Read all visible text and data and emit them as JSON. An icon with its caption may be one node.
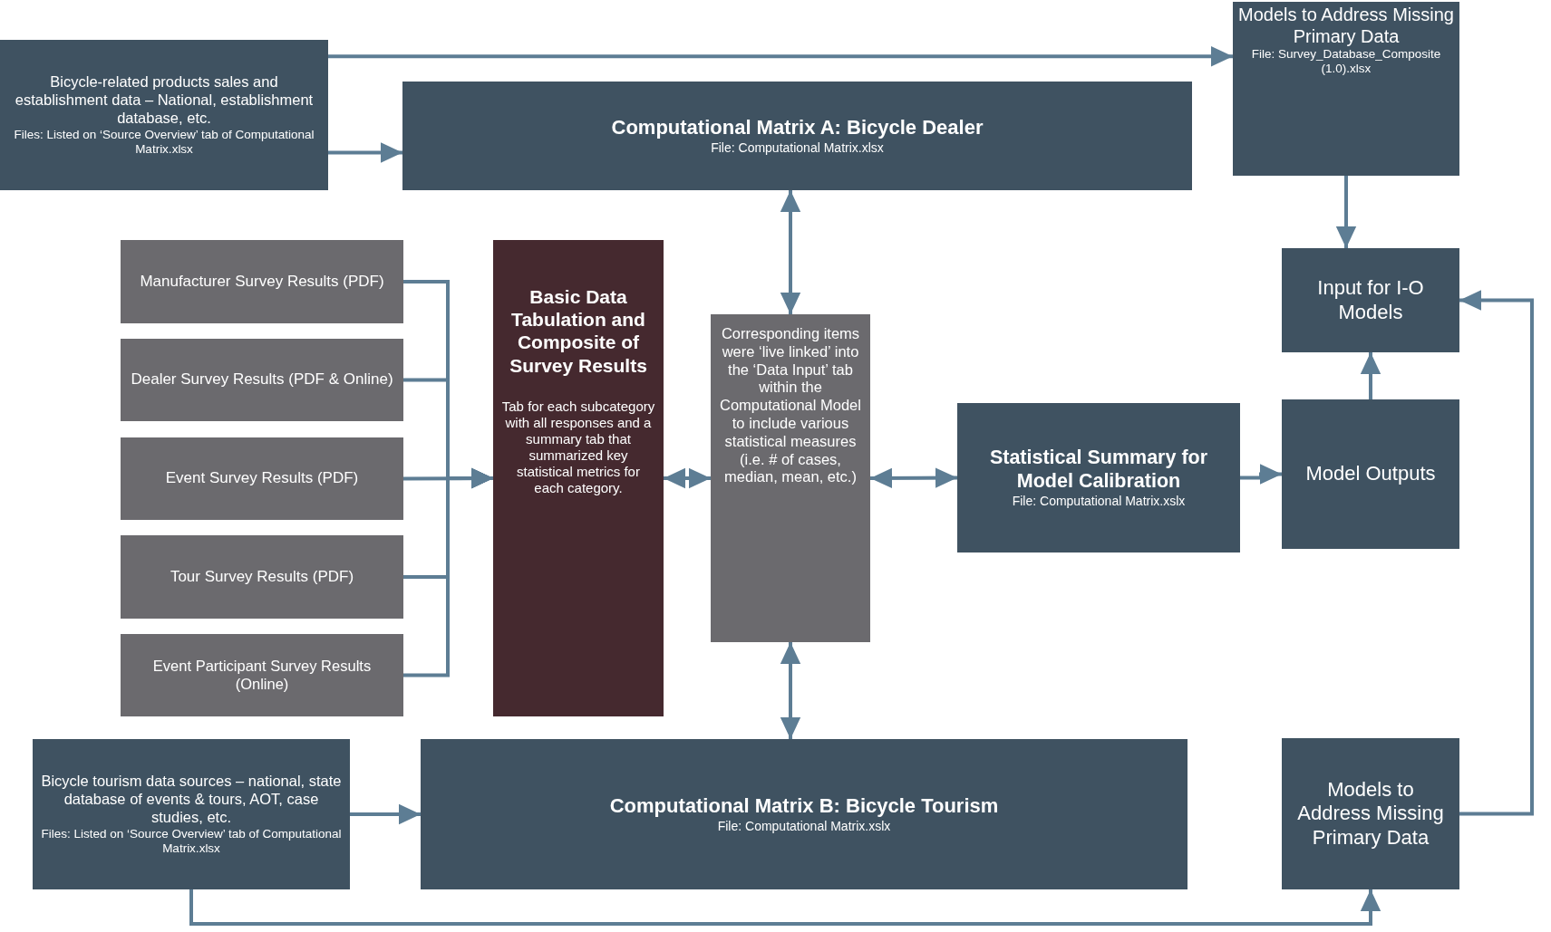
{
  "diagram": {
    "nodes": [
      {
        "text": [
          "Bicycle-related products sales and establishment data – National, establishment database, etc.",
          "Files: Listed on ‘Source Overview’ tab of Computational Matrix.xlsx"
        ]
      },
      {
        "text": [
          "Computational Matrix A: Bicycle Dealer",
          "File: Computational Matrix.xlsx"
        ]
      },
      {
        "text": [
          "Models to Address Missing Primary Data",
          "File: Survey_Database_Composite (1.0).xlsx"
        ]
      },
      {
        "text": [
          "Manufacturer Survey Results (PDF)"
        ]
      },
      {
        "text": [
          "Dealer Survey Results (PDF & Online)"
        ]
      },
      {
        "text": [
          "Event Survey Results (PDF)"
        ]
      },
      {
        "text": [
          "Tour Survey Results (PDF)"
        ]
      },
      {
        "text": [
          "Event Participant Survey Results (Online)"
        ]
      },
      {
        "text": [
          "Basic Data Tabulation and Composite of Survey Results",
          "Tab for each subcategory with all responses and a summary tab that summarized key statistical metrics for each category."
        ]
      },
      {
        "text": [
          "Corresponding items were ‘live linked’ into the ‘Data Input’ tab within the Computational Model to include various statistical measures (i.e. # of cases, median, mean, etc.)"
        ]
      },
      {
        "text": [
          "Statistical Summary for Model Calibration",
          "File: Computational Matrix.xslx"
        ]
      },
      {
        "text": [
          "Input for I-O Models"
        ]
      },
      {
        "text": [
          "Model Outputs"
        ]
      },
      {
        "text": [
          "Bicycle tourism data sources – national, state database of events & tours, AOT, case studies, etc.",
          "Files: Listed on ‘Source Overview’ tab of Computational Matrix.xlsx"
        ]
      },
      {
        "text": [
          "Computational Matrix B: Bicycle Tourism",
          "File: Computational Matrix.xslx"
        ]
      },
      {
        "text": [
          "Models to Address Missing Primary Data"
        ]
      }
    ],
    "edges": [
      {
        "from": 0,
        "to": 2,
        "arrow": "to"
      },
      {
        "from": 0,
        "to": 1,
        "arrow": "to"
      },
      {
        "from": 2,
        "to": 11,
        "arrow": "to"
      },
      {
        "from": 3,
        "to": 8,
        "arrow": "to"
      },
      {
        "from": 4,
        "to": 8,
        "arrow": "to"
      },
      {
        "from": 5,
        "to": 8,
        "arrow": "to"
      },
      {
        "from": 6,
        "to": 8,
        "arrow": "to"
      },
      {
        "from": 7,
        "to": 8,
        "arrow": "to"
      },
      {
        "from": 8,
        "to": 9,
        "arrow": "both"
      },
      {
        "from": 1,
        "to": 9,
        "arrow": "both"
      },
      {
        "from": 9,
        "to": 14,
        "arrow": "both"
      },
      {
        "from": 9,
        "to": 10,
        "arrow": "both"
      },
      {
        "from": 10,
        "to": 12,
        "arrow": "to"
      },
      {
        "from": 12,
        "to": 11,
        "arrow": "to"
      },
      {
        "from": 15,
        "to": 11,
        "arrow": "to"
      },
      {
        "from": 13,
        "to": 14,
        "arrow": "to"
      },
      {
        "from": 13,
        "to": 15,
        "arrow": "to"
      }
    ]
  }
}
